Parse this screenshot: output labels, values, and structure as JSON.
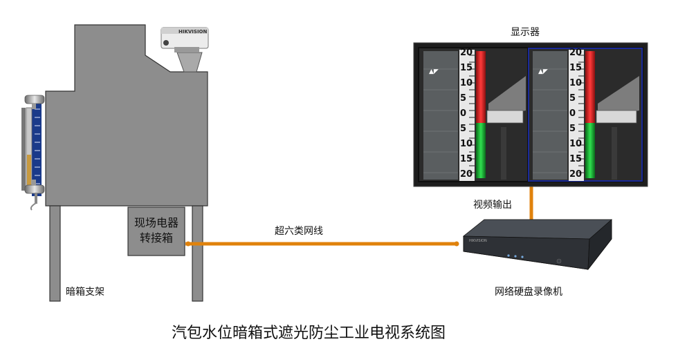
{
  "diagram": {
    "title": "汽包水位暗箱式遮光防尘工业电视系统图",
    "labels": {
      "display": "显示器",
      "video_output": "视频输出",
      "cable": "超六类网线",
      "nvr": "网络硬盘录像机",
      "bracket": "暗箱支架",
      "junction_box_line1": "现场电器",
      "junction_box_line2": "转接箱"
    },
    "camera_brand": "HIKVISION",
    "scale_labels": [
      "20",
      "15",
      "10",
      "5",
      "0",
      "5",
      "10",
      "15",
      "20"
    ],
    "colors": {
      "cabinet": "#8d8d8d",
      "cable": "#e0820c",
      "level_high": "#e02020",
      "level_low": "#18b030",
      "nvr_body": "#2e3136"
    }
  }
}
